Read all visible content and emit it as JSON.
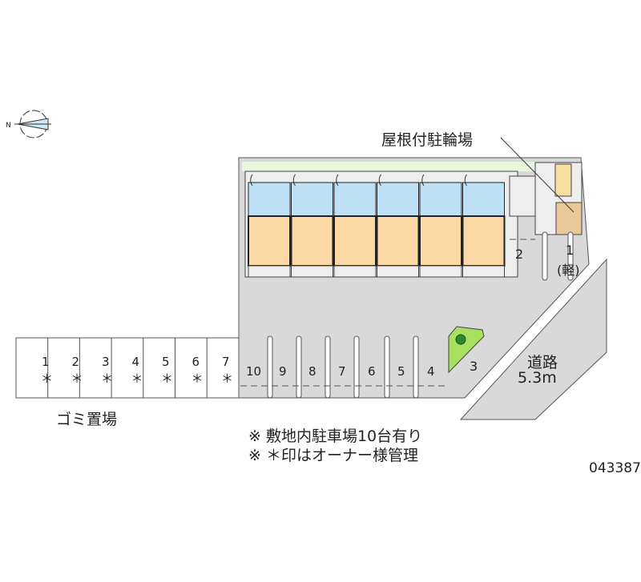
{
  "bike_shelter_label": "屋根付駐輪場",
  "garbage_label": "ゴミ置場",
  "road": {
    "label": "道路",
    "width": "5.3m"
  },
  "left_spaces": [
    "1",
    "2",
    "3",
    "4",
    "5",
    "6",
    "7"
  ],
  "left_space_mark": "＊",
  "main_spaces": [
    "10",
    "9",
    "8",
    "7",
    "6",
    "5",
    "4"
  ],
  "space_2": "2",
  "space_1": "1",
  "space_1_note": "(軽)",
  "space_3": "3",
  "notes": [
    "※ 敷地内駐車場10台有り",
    "※ ＊印はオーナー様管理"
  ],
  "code": "043387",
  "units": 6,
  "colors": {
    "lot": "#d9d9d9",
    "room": "#fbd8a6",
    "wet": "#bde0f5",
    "green": "#a8e060",
    "grass": "#eaf7dc"
  }
}
